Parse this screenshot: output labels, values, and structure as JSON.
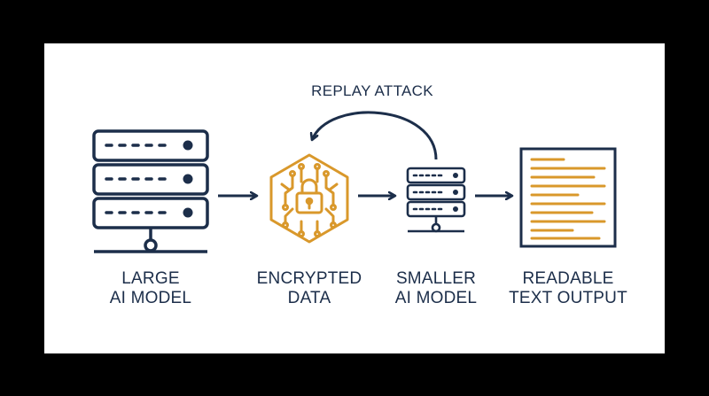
{
  "colors": {
    "background": "#000000",
    "panel": "#ffffff",
    "navy": "#1c2e4a",
    "gold": "#d9982b"
  },
  "annotation": {
    "replay_attack": "REPLAY ATTACK"
  },
  "nodes": [
    {
      "id": "large-ai-model",
      "icon": "server-rack-icon",
      "line1": "LARGE",
      "line2": "AI MODEL"
    },
    {
      "id": "encrypted-data",
      "icon": "circuit-lock-icon",
      "line1": "ENCRYPTED",
      "line2": "DATA"
    },
    {
      "id": "smaller-ai-model",
      "icon": "small-server-icon",
      "line1": "SMALLER",
      "line2": "AI MODEL"
    },
    {
      "id": "readable-text-output",
      "icon": "text-document-icon",
      "line1": "READABLE",
      "line2": "TEXT OUTPUT"
    }
  ]
}
